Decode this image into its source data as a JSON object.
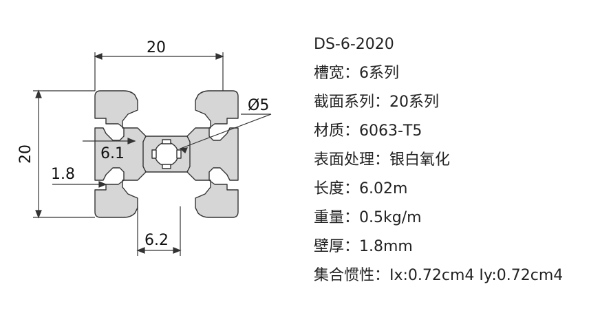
{
  "drawing": {
    "dim_width": "20",
    "dim_height": "20",
    "dim_hole": "Ø5",
    "dim_slot_depth": "6.1",
    "dim_wall": "1.8",
    "dim_slot_opening": "6.2"
  },
  "specs": [
    "DS-6-2020",
    "槽宽：6系列",
    "截面系列：20系列",
    "材质：6063-T5",
    "表面处理：银白氧化",
    "长度：6.02m",
    "重量：0.5kg/m",
    "壁厚：1.8mm",
    "集合惯性：Ix:0.72cm4 Iy:0.72cm4"
  ],
  "colors": {
    "profile_fill": "#d6d6d6",
    "line": "#333333"
  }
}
